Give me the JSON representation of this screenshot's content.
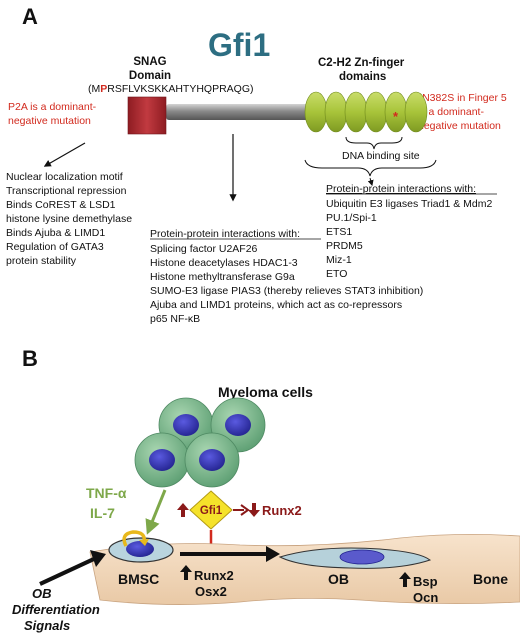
{
  "panel_a": {
    "label": "A",
    "title": "Gfi1",
    "snag_title_1": "SNAG",
    "snag_title_2": "Domain",
    "snag_seq": {
      "pre": "(M",
      "highlight": "P",
      "post": "RSFLVKSKKAHTYHQPRAQG)"
    },
    "zf_title_1": "C2-H2 Zn-finger",
    "zf_title_2": "domains",
    "p2a_note": [
      "P2A is a dominant-",
      "negative mutation"
    ],
    "n382s_note": [
      "*N382S in Finger 5",
      "is a dominant-",
      "negative mutation"
    ],
    "zf_mutation_mark": "*",
    "dna_binding": "DNA binding site",
    "snag_list": [
      "Nuclear localization motif",
      "Transcriptional repression",
      "Binds CoREST & LSD1",
      "histone lysine demethylase",
      "Binds Ajuba & LIMD1",
      "Regulation of GATA3",
      "protein stability"
    ],
    "middle_header": "Protein-protein interactions with:",
    "middle_list": [
      "Splicing factor U2AF26",
      "Histone deacetylases HDAC1-3",
      "Histone methyltransferase G9a",
      "SUMO-E3 ligase PIAS3 (thereby relieves STAT3 inhibition)",
      "Ajuba and LIMD1 proteins, which act as co-repressors",
      "p65 NF-κB"
    ],
    "zf_header": "Protein-protein interactions with:",
    "zf_list": [
      "Ubiquitin E3 ligases Triad1 & Mdm2",
      "PU.1/Spi-1",
      "ETS1",
      "PRDM5",
      "Miz-1",
      "ETO"
    ]
  },
  "panel_b": {
    "label": "B",
    "myeloma": "Myeloma cells",
    "tnf": "TNF-α",
    "il7": "IL-7",
    "gfi1": "Gfi1",
    "runx2_down": "Runx2",
    "bmsc": "BMSC",
    "runx2_up": "Runx2",
    "osx2": "Osx2",
    "ob": "OB",
    "bsp": "Bsp",
    "ocn": "Ocn",
    "bone": "Bone",
    "ob_signals": [
      "OB",
      "Differentiation",
      "Signals"
    ]
  },
  "colors": {
    "title_blue": "#2d6e82",
    "red": "#d22a1e",
    "dark_red": "#8b1a1a",
    "snag_box": "#b3262e",
    "zf_green": "#a8c43a",
    "arrow_green": "#7ea84a",
    "bone_fill": "#f2d9bc",
    "gfi1_diamond": "#f5e22a",
    "myeloma_cell": "#79b78e",
    "nucleus": "#3a3ab8"
  }
}
